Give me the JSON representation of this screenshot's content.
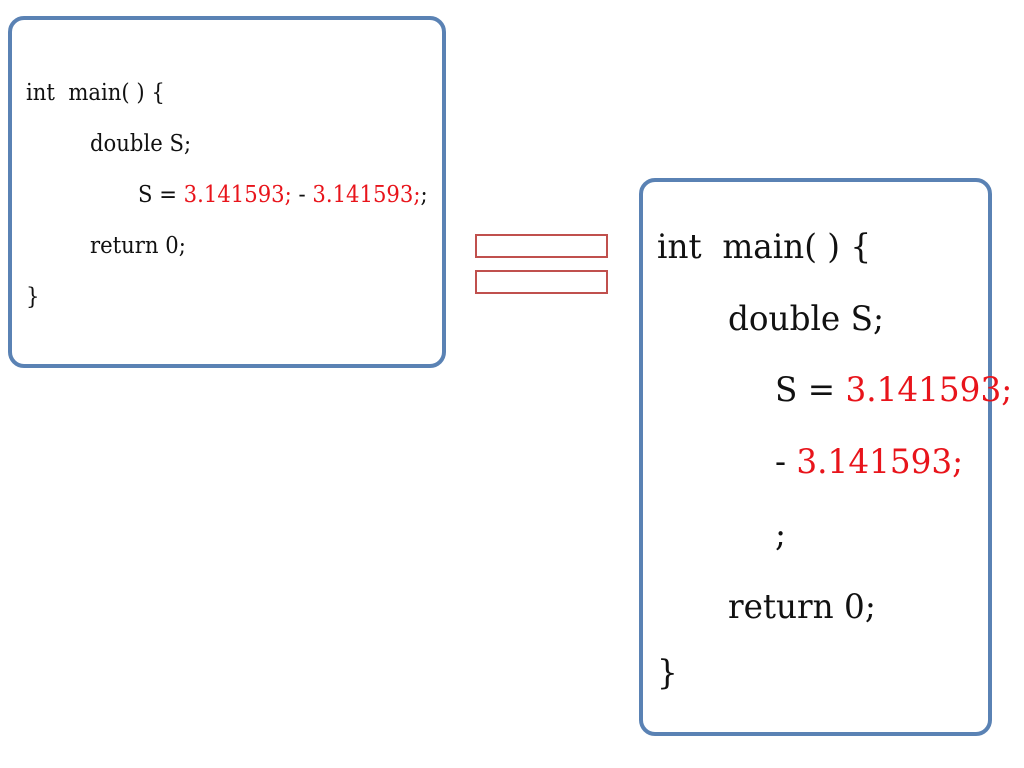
{
  "original_code": {
    "line1": "int  main( ) {",
    "line2": "double S;",
    "line3_pre": "S = ",
    "line3_num1": "3.141593;",
    "line3_mid": " - ",
    "line3_num2": "3.141593;",
    "line3_post": ";",
    "line4": "return 0;",
    "line5": "}"
  },
  "expanded_code": {
    "line1": "int  main( ) {",
    "line2": "double S;",
    "line3_pre": "S = ",
    "line3_num": "3.141593;",
    "line4_pre": "- ",
    "line4_num": "3.141593;",
    "line5": ";",
    "line6": "return 0;",
    "line7": "}"
  },
  "colors": {
    "box_border": "#5a82b4",
    "numeric_text": "#e8141b",
    "equals_sign_border": "#c0504d"
  }
}
